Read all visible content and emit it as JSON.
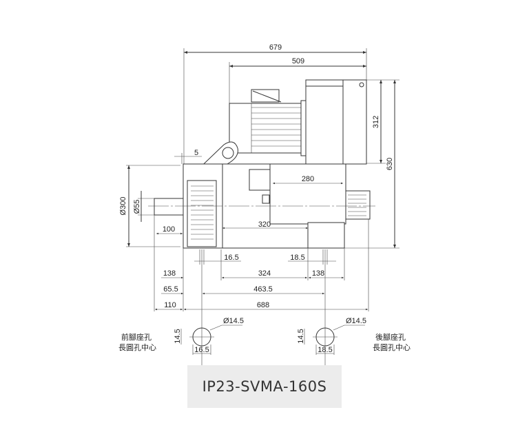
{
  "drawing": {
    "dimensions": {
      "overall_length_top": "679",
      "motor_fan_length": "509",
      "fan_height": "312",
      "total_height": "630",
      "flange_offset": "5",
      "terminal_box_length": "280",
      "body_diameter": "Ø300",
      "shaft_diameter": "Ø55",
      "shaft_length": "100",
      "body_length": "320",
      "front_slot_width": "16.5",
      "rear_slot_width": "18.5",
      "front_foot": "138",
      "foot_spacing": "324",
      "rear_foot": "138",
      "front_hole_offset": "65.5",
      "hole_spacing": "463.5",
      "shaft_overhang": "110",
      "overall_length_bottom": "688"
    },
    "front_hole": {
      "diameter": "Ø14.5",
      "height": "14.5",
      "width": "16.5",
      "label_line1": "前腳座孔",
      "label_line2": "長圓孔中心"
    },
    "rear_hole": {
      "diameter": "Ø14.5",
      "height": "14.5",
      "width": "18.5",
      "label_line1": "後腳座孔",
      "label_line2": "長圓孔中心"
    }
  },
  "title": "IP23-SVMA-160S"
}
